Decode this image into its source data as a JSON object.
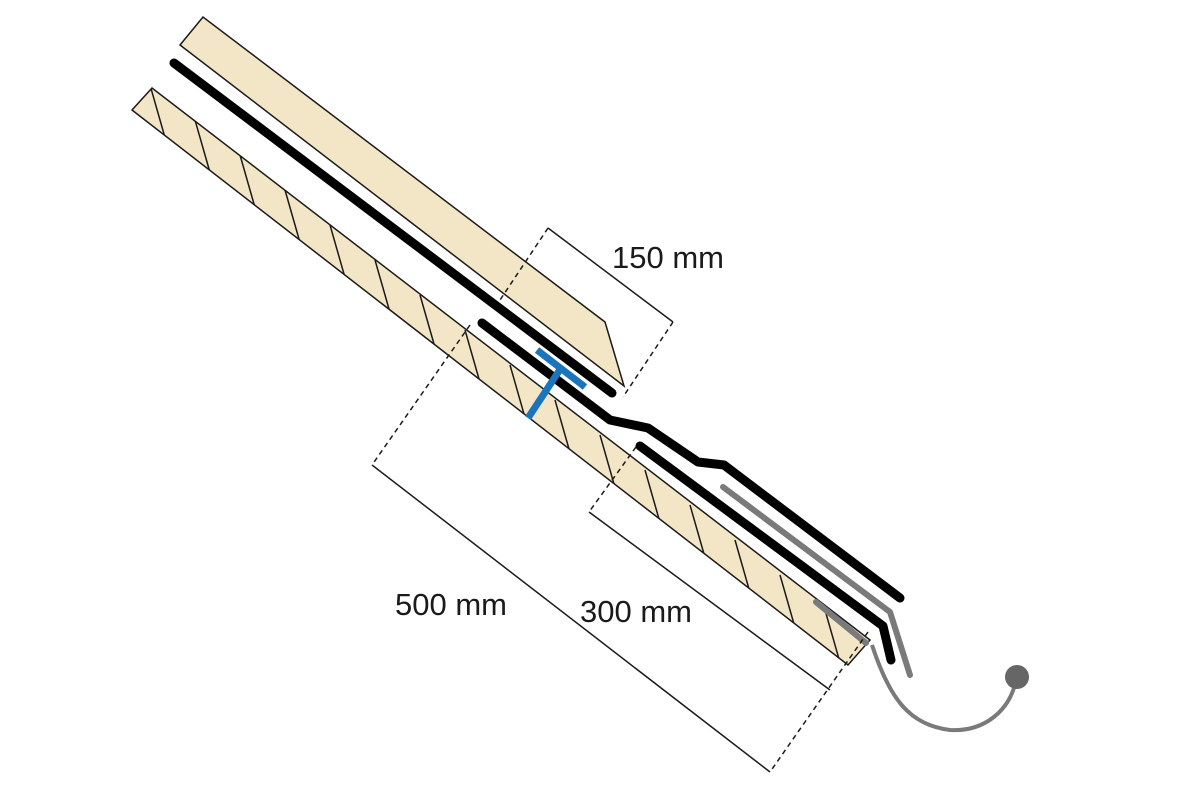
{
  "labels": {
    "dim_150": "150 mm",
    "dim_500": "500 mm",
    "dim_300": "300 mm"
  },
  "colors": {
    "board_fill": "#f3e6c6",
    "outline": "#1a1a1a",
    "membrane": "#000000",
    "gutter": "#7a7a7a",
    "fastener": "#1a75bc"
  }
}
